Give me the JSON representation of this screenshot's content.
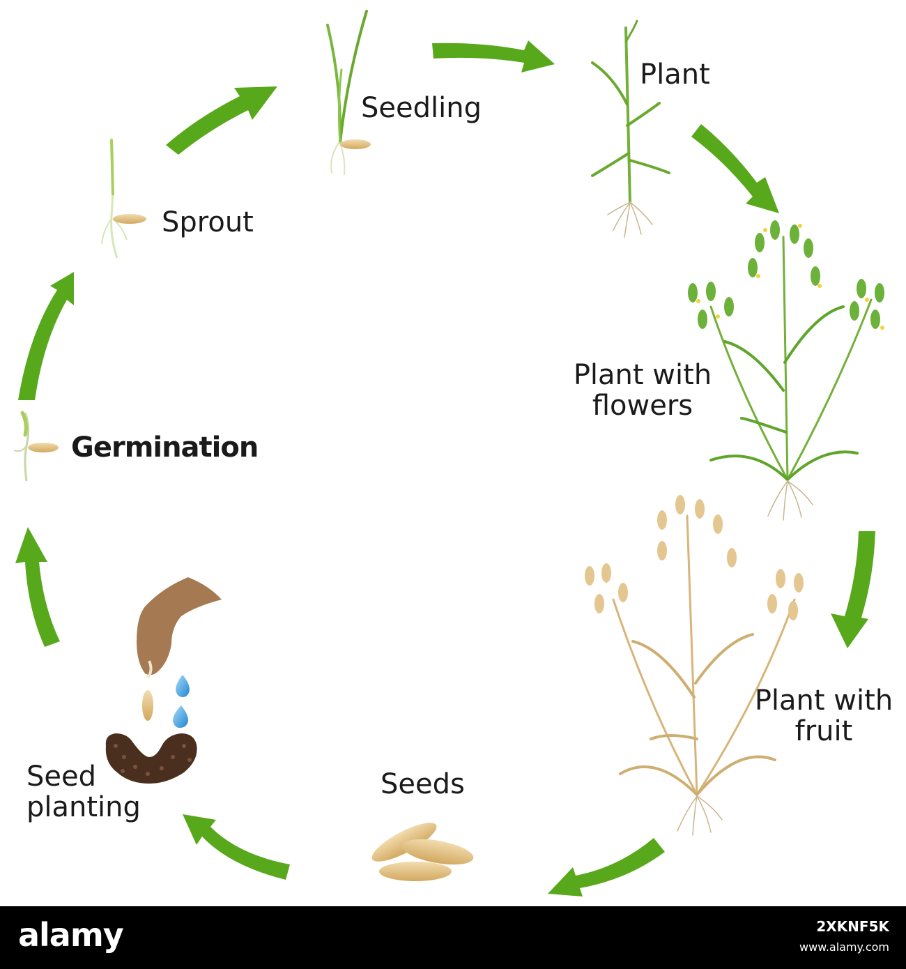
{
  "colors": {
    "arrow": "#58a81c",
    "green_plant": "#6cb23a",
    "dry_plant": "#d9b77e",
    "seed": "#e2c283",
    "soil": "#4a2f1f",
    "water": "#3fa3e0",
    "hand": "#a57a52"
  },
  "stages": {
    "seedling": "Seedling",
    "plant": "Plant",
    "flowers_line1": "Plant with",
    "flowers_line2": "flowers",
    "fruit_line1": "Plant with",
    "fruit_line2": "fruit",
    "seeds": "Seeds",
    "planting_line1": "Seed",
    "planting_line2": "planting",
    "germination": "Germination",
    "sprout": "Sprout"
  },
  "footer": {
    "brand": "alamy",
    "image_id": "2XKNF5K",
    "url": "www.alamy.com"
  }
}
